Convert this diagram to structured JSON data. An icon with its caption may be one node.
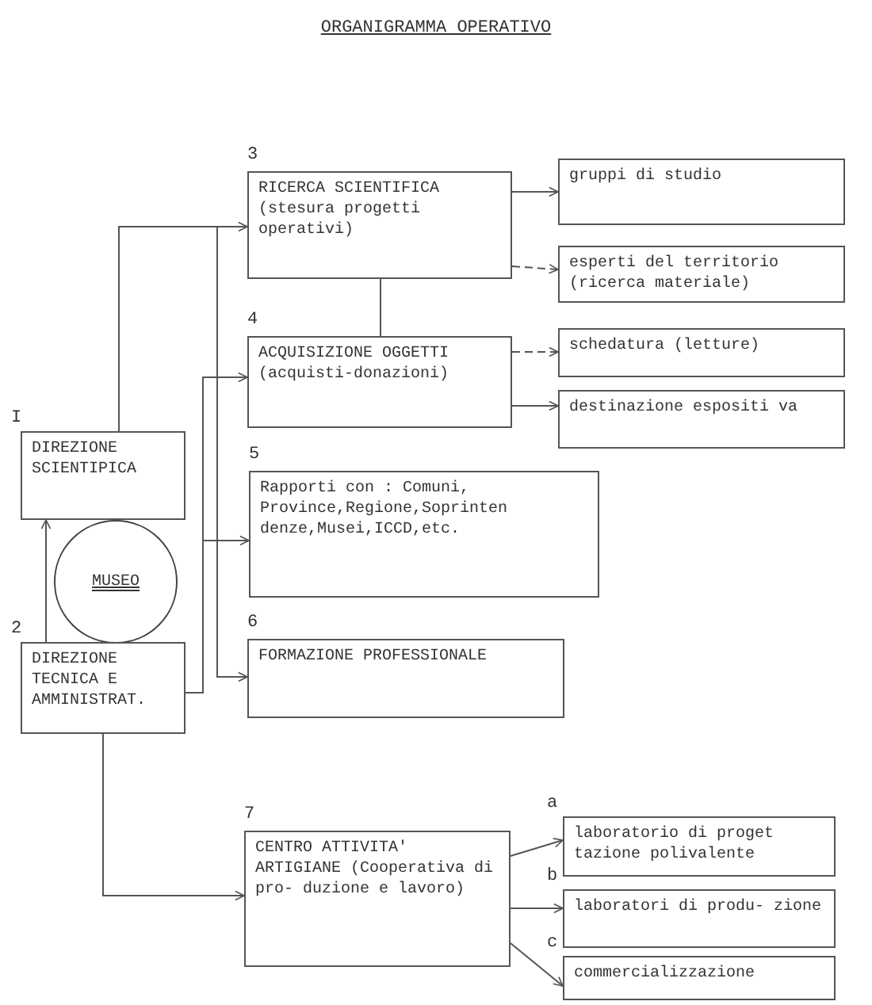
{
  "diagram": {
    "title": "ORGANIGRAMMA OPERATIVO",
    "nodes": [
      {
        "text": [
          "DIREZIONE SCIENTIPICA"
        ],
        "beside": [
          "I"
        ]
      },
      {
        "text": [
          "MUSEO"
        ]
      },
      {
        "text": [
          "DIREZIONE TECNICA E AMMINISTRAT."
        ],
        "beside": [
          "2"
        ]
      },
      {
        "text": [
          "RICERCA SCIENTIFICA (stesura progetti operativi)"
        ],
        "beside": [
          "3"
        ]
      },
      {
        "text": [
          "ACQUISIZIONE OGGETTI (acquisti-donazioni)"
        ],
        "beside": [
          "4"
        ]
      },
      {
        "text": [
          "Rapporti con : Comuni, Province,Regione,Soprinten denze,Musei,ICCD,etc."
        ],
        "beside": [
          "5"
        ]
      },
      {
        "text": [
          "FORMAZIONE PROFESSIONALE"
        ],
        "beside": [
          "6"
        ]
      },
      {
        "text": [
          "CENTRO ATTIVITA' ARTIGIANE (Cooperativa di pro- duzione e lavoro)"
        ],
        "beside": [
          "7"
        ]
      },
      {
        "text": [
          "gruppi di studio"
        ]
      },
      {
        "text": [
          "esperti del territorio (ricerca materiale)"
        ]
      },
      {
        "text": [
          "schedatura (letture)"
        ]
      },
      {
        "text": [
          "destinazione espositi va"
        ]
      },
      {
        "text": [
          "laboratorio di proget tazione polivalente"
        ],
        "beside": [
          "a"
        ]
      },
      {
        "text": [
          "laboratori di produ- zione"
        ],
        "beside": [
          "b"
        ]
      },
      {
        "text": [
          "commercializzazione"
        ],
        "beside": [
          "c"
        ]
      }
    ],
    "edges": [
      {
        "from": 0,
        "to": 3,
        "arrow": "to"
      },
      {
        "from": 0,
        "to": 6,
        "arrow": "to"
      },
      {
        "from": 2,
        "to": 0,
        "arrow": "to"
      },
      {
        "from": 2,
        "to": 4,
        "arrow": "to"
      },
      {
        "from": 2,
        "to": 5,
        "arrow": "to"
      },
      {
        "from": 3,
        "to": 4,
        "arrow": "none"
      },
      {
        "from": 3,
        "to": 8,
        "arrow": "to"
      },
      {
        "from": 3,
        "to": 9,
        "arrow": "to",
        "style": "dashed"
      },
      {
        "from": 4,
        "to": 10,
        "arrow": "to",
        "style": "dashed"
      },
      {
        "from": 4,
        "to": 11,
        "arrow": "to"
      },
      {
        "from": 2,
        "to": 7,
        "arrow": "to"
      },
      {
        "from": 7,
        "to": 12,
        "arrow": "to"
      },
      {
        "from": 7,
        "to": 13,
        "arrow": "to"
      },
      {
        "from": 7,
        "to": 14,
        "arrow": "to"
      }
    ]
  }
}
